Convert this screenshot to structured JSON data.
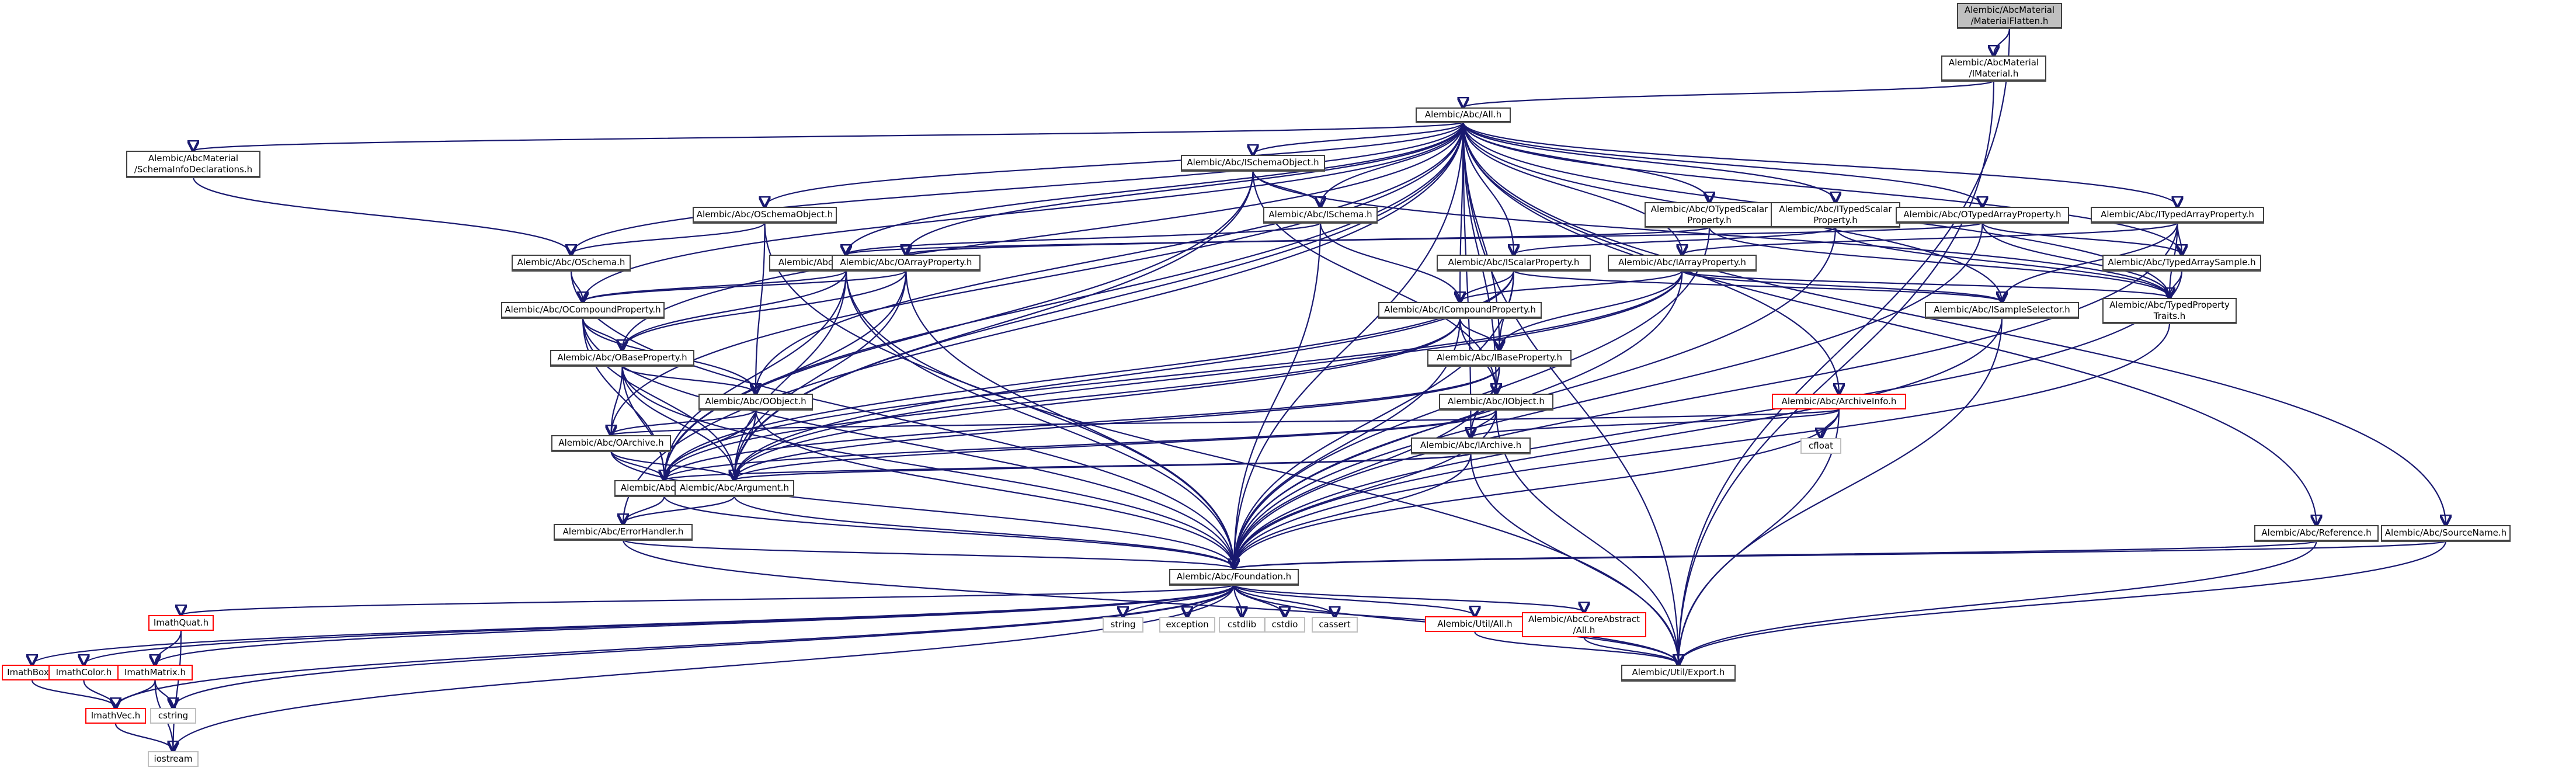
{
  "graph": {
    "title": "Include dependency graph for MaterialFlatten.h",
    "edge_color": "#191970",
    "legend": {
      "root_fill": "#bfbfbf",
      "normal_border": "#404040",
      "missing_border": "#ff0000",
      "system_border": "#bfbfbf"
    },
    "nodes": [
      {
        "id": "materialflatten",
        "label": "Alembic/AbcMaterial\n/MaterialFlatten.h",
        "kind": "root"
      },
      {
        "id": "imaterial",
        "label": "Alembic/AbcMaterial\n/IMaterial.h",
        "kind": "normal"
      },
      {
        "id": "abc-all",
        "label": "Alembic/Abc/All.h",
        "kind": "normal"
      },
      {
        "id": "schemainfodecl",
        "label": "Alembic/AbcMaterial\n/SchemaInfoDeclarations.h",
        "kind": "normal"
      },
      {
        "id": "ischemaobject",
        "label": "Alembic/Abc/ISchemaObject.h",
        "kind": "normal"
      },
      {
        "id": "oschemaobject",
        "label": "Alembic/Abc/OSchemaObject.h",
        "kind": "normal"
      },
      {
        "id": "ischema",
        "label": "Alembic/Abc/ISchema.h",
        "kind": "normal"
      },
      {
        "id": "oschema",
        "label": "Alembic/Abc/OSchema.h",
        "kind": "normal"
      },
      {
        "id": "otypedscalar",
        "label": "Alembic/Abc/OTypedScalar\nProperty.h",
        "kind": "normal"
      },
      {
        "id": "itypedscalar",
        "label": "Alembic/Abc/ITypedScalar\nProperty.h",
        "kind": "normal"
      },
      {
        "id": "otypedarray",
        "label": "Alembic/Abc/OTypedArrayProperty.h",
        "kind": "normal"
      },
      {
        "id": "itypedarray",
        "label": "Alembic/Abc/ITypedArrayProperty.h",
        "kind": "normal"
      },
      {
        "id": "oscalarprop",
        "label": "Alembic/Abc/OScalarProperty.h",
        "kind": "normal"
      },
      {
        "id": "oarrayprop",
        "label": "Alembic/Abc/OArrayProperty.h",
        "kind": "normal"
      },
      {
        "id": "iscalarprop",
        "label": "Alembic/Abc/IScalarProperty.h",
        "kind": "normal"
      },
      {
        "id": "iarrayprop",
        "label": "Alembic/Abc/IArrayProperty.h",
        "kind": "normal"
      },
      {
        "id": "typedarraysample",
        "label": "Alembic/Abc/TypedArraySample.h",
        "kind": "normal"
      },
      {
        "id": "ocompoundprop",
        "label": "Alembic/Abc/OCompoundProperty.h",
        "kind": "normal"
      },
      {
        "id": "icompoundprop",
        "label": "Alembic/Abc/ICompoundProperty.h",
        "kind": "normal"
      },
      {
        "id": "isampleselector",
        "label": "Alembic/Abc/ISampleSelector.h",
        "kind": "normal"
      },
      {
        "id": "typedproptraits",
        "label": "Alembic/Abc/TypedProperty\nTraits.h",
        "kind": "normal"
      },
      {
        "id": "obaseprop",
        "label": "Alembic/Abc/OBaseProperty.h",
        "kind": "normal"
      },
      {
        "id": "ibaseprop",
        "label": "Alembic/Abc/IBaseProperty.h",
        "kind": "normal"
      },
      {
        "id": "oobject",
        "label": "Alembic/Abc/OObject.h",
        "kind": "normal"
      },
      {
        "id": "iobject",
        "label": "Alembic/Abc/IObject.h",
        "kind": "normal"
      },
      {
        "id": "archiveinfo",
        "label": "Alembic/Abc/ArchiveInfo.h",
        "kind": "missing"
      },
      {
        "id": "oarchive",
        "label": "Alembic/Abc/OArchive.h",
        "kind": "normal"
      },
      {
        "id": "iarchive",
        "label": "Alembic/Abc/IArchive.h",
        "kind": "normal"
      },
      {
        "id": "cfloat",
        "label": "cfloat",
        "kind": "system"
      },
      {
        "id": "base",
        "label": "Alembic/Abc/Base.h",
        "kind": "normal"
      },
      {
        "id": "argument",
        "label": "Alembic/Abc/Argument.h",
        "kind": "normal"
      },
      {
        "id": "errorhandler",
        "label": "Alembic/Abc/ErrorHandler.h",
        "kind": "normal"
      },
      {
        "id": "reference",
        "label": "Alembic/Abc/Reference.h",
        "kind": "normal"
      },
      {
        "id": "sourcename",
        "label": "Alembic/Abc/SourceName.h",
        "kind": "normal"
      },
      {
        "id": "foundation",
        "label": "Alembic/Abc/Foundation.h",
        "kind": "normal"
      },
      {
        "id": "imathquat",
        "label": "ImathQuat.h",
        "kind": "missing"
      },
      {
        "id": "string",
        "label": "string",
        "kind": "system"
      },
      {
        "id": "exception",
        "label": "exception",
        "kind": "system"
      },
      {
        "id": "cstdlib",
        "label": "cstdlib",
        "kind": "system"
      },
      {
        "id": "cstdio",
        "label": "cstdio",
        "kind": "system"
      },
      {
        "id": "cassert",
        "label": "cassert",
        "kind": "system"
      },
      {
        "id": "util-all",
        "label": "Alembic/Util/All.h",
        "kind": "missing"
      },
      {
        "id": "abccoreabstract-all",
        "label": "Alembic/AbcCoreAbstract\n/All.h",
        "kind": "missing"
      },
      {
        "id": "imathbox",
        "label": "ImathBox.h",
        "kind": "missing"
      },
      {
        "id": "imathcolor",
        "label": "ImathColor.h",
        "kind": "missing"
      },
      {
        "id": "imathmatrix",
        "label": "ImathMatrix.h",
        "kind": "missing"
      },
      {
        "id": "util-export",
        "label": "Alembic/Util/Export.h",
        "kind": "normal"
      },
      {
        "id": "imathvec",
        "label": "ImathVec.h",
        "kind": "missing"
      },
      {
        "id": "cstring",
        "label": "cstring",
        "kind": "system"
      },
      {
        "id": "iostream",
        "label": "iostream",
        "kind": "system"
      }
    ],
    "edges": [
      [
        "materialflatten",
        "imaterial"
      ],
      [
        "materialflatten",
        "util-export"
      ],
      [
        "imaterial",
        "abc-all"
      ],
      [
        "imaterial",
        "util-export"
      ],
      [
        "abc-all",
        "schemainfodecl"
      ],
      [
        "abc-all",
        "ischemaobject"
      ],
      [
        "abc-all",
        "oschemaobject"
      ],
      [
        "abc-all",
        "ischema"
      ],
      [
        "abc-all",
        "oschema"
      ],
      [
        "abc-all",
        "otypedscalar"
      ],
      [
        "abc-all",
        "itypedscalar"
      ],
      [
        "abc-all",
        "otypedarray"
      ],
      [
        "abc-all",
        "itypedarray"
      ],
      [
        "abc-all",
        "oscalarprop"
      ],
      [
        "abc-all",
        "oarrayprop"
      ],
      [
        "abc-all",
        "iscalarprop"
      ],
      [
        "abc-all",
        "iarrayprop"
      ],
      [
        "abc-all",
        "typedarraysample"
      ],
      [
        "abc-all",
        "ocompoundprop"
      ],
      [
        "abc-all",
        "icompoundprop"
      ],
      [
        "abc-all",
        "isampleselector"
      ],
      [
        "abc-all",
        "typedproptraits"
      ],
      [
        "abc-all",
        "obaseprop"
      ],
      [
        "abc-all",
        "ibaseprop"
      ],
      [
        "abc-all",
        "oobject"
      ],
      [
        "abc-all",
        "iobject"
      ],
      [
        "abc-all",
        "archiveinfo"
      ],
      [
        "abc-all",
        "oarchive"
      ],
      [
        "abc-all",
        "iarchive"
      ],
      [
        "abc-all",
        "base"
      ],
      [
        "abc-all",
        "argument"
      ],
      [
        "abc-all",
        "errorhandler"
      ],
      [
        "abc-all",
        "reference"
      ],
      [
        "abc-all",
        "sourcename"
      ],
      [
        "abc-all",
        "foundation"
      ],
      [
        "abc-all",
        "util-export"
      ],
      [
        "schemainfodecl",
        "oschema"
      ],
      [
        "ischemaobject",
        "ischema"
      ],
      [
        "ischemaobject",
        "base"
      ],
      [
        "ischemaobject",
        "argument"
      ],
      [
        "ischemaobject",
        "iobject"
      ],
      [
        "ischemaobject",
        "typedproptraits"
      ],
      [
        "oschemaobject",
        "oschema"
      ],
      [
        "oschemaobject",
        "oobject"
      ],
      [
        "oschemaobject",
        "foundation"
      ],
      [
        "ischema",
        "icompoundprop"
      ],
      [
        "ischema",
        "foundation"
      ],
      [
        "ischema",
        "oscalarprop"
      ],
      [
        "oschema",
        "ocompoundprop"
      ],
      [
        "oschema",
        "foundation"
      ],
      [
        "otypedscalar",
        "oscalarprop"
      ],
      [
        "otypedscalar",
        "typedproptraits"
      ],
      [
        "otypedscalar",
        "foundation"
      ],
      [
        "itypedscalar",
        "iscalarprop"
      ],
      [
        "itypedscalar",
        "typedproptraits"
      ],
      [
        "itypedscalar",
        "foundation"
      ],
      [
        "otypedarray",
        "oarrayprop"
      ],
      [
        "otypedarray",
        "typedarraysample"
      ],
      [
        "otypedarray",
        "typedproptraits"
      ],
      [
        "otypedarray",
        "foundation"
      ],
      [
        "itypedarray",
        "iarrayprop"
      ],
      [
        "itypedarray",
        "typedarraysample"
      ],
      [
        "itypedarray",
        "typedproptraits"
      ],
      [
        "itypedarray",
        "isampleselector"
      ],
      [
        "itypedarray",
        "foundation"
      ],
      [
        "oscalarprop",
        "ocompoundprop"
      ],
      [
        "oscalarprop",
        "obaseprop"
      ],
      [
        "oscalarprop",
        "base"
      ],
      [
        "oscalarprop",
        "argument"
      ],
      [
        "oscalarprop",
        "foundation"
      ],
      [
        "oscalarprop",
        "util-export"
      ],
      [
        "oarrayprop",
        "ocompoundprop"
      ],
      [
        "oarrayprop",
        "obaseprop"
      ],
      [
        "oarrayprop",
        "base"
      ],
      [
        "oarrayprop",
        "argument"
      ],
      [
        "oarrayprop",
        "foundation"
      ],
      [
        "iscalarprop",
        "icompoundprop"
      ],
      [
        "iscalarprop",
        "ibaseprop"
      ],
      [
        "iscalarprop",
        "isampleselector"
      ],
      [
        "iscalarprop",
        "base"
      ],
      [
        "iscalarprop",
        "argument"
      ],
      [
        "iscalarprop",
        "foundation"
      ],
      [
        "iarrayprop",
        "icompoundprop"
      ],
      [
        "iarrayprop",
        "ibaseprop"
      ],
      [
        "iarrayprop",
        "isampleselector"
      ],
      [
        "iarrayprop",
        "base"
      ],
      [
        "iarrayprop",
        "argument"
      ],
      [
        "iarrayprop",
        "foundation"
      ],
      [
        "iarrayprop",
        "typedproptraits"
      ],
      [
        "typedarraysample",
        "typedproptraits"
      ],
      [
        "typedarraysample",
        "foundation"
      ],
      [
        "ocompoundprop",
        "obaseprop"
      ],
      [
        "ocompoundprop",
        "oobject"
      ],
      [
        "ocompoundprop",
        "base"
      ],
      [
        "ocompoundprop",
        "argument"
      ],
      [
        "ocompoundprop",
        "foundation"
      ],
      [
        "icompoundprop",
        "ibaseprop"
      ],
      [
        "icompoundprop",
        "iobject"
      ],
      [
        "icompoundprop",
        "base"
      ],
      [
        "icompoundprop",
        "argument"
      ],
      [
        "icompoundprop",
        "foundation"
      ],
      [
        "isampleselector",
        "foundation"
      ],
      [
        "isampleselector",
        "util-export"
      ],
      [
        "typedproptraits",
        "foundation"
      ],
      [
        "obaseprop",
        "oobject"
      ],
      [
        "obaseprop",
        "oarchive"
      ],
      [
        "obaseprop",
        "base"
      ],
      [
        "obaseprop",
        "argument"
      ],
      [
        "obaseprop",
        "foundation"
      ],
      [
        "ibaseprop",
        "iobject"
      ],
      [
        "ibaseprop",
        "iarchive"
      ],
      [
        "ibaseprop",
        "base"
      ],
      [
        "ibaseprop",
        "argument"
      ],
      [
        "ibaseprop",
        "foundation"
      ],
      [
        "oobject",
        "oarchive"
      ],
      [
        "oobject",
        "base"
      ],
      [
        "oobject",
        "argument"
      ],
      [
        "oobject",
        "foundation"
      ],
      [
        "iobject",
        "iarchive"
      ],
      [
        "iobject",
        "base"
      ],
      [
        "iobject",
        "argument"
      ],
      [
        "iobject",
        "foundation"
      ],
      [
        "iobject",
        "util-export"
      ],
      [
        "archiveinfo",
        "iarchive"
      ],
      [
        "archiveinfo",
        "oarchive"
      ],
      [
        "archiveinfo",
        "cfloat"
      ],
      [
        "archiveinfo",
        "foundation"
      ],
      [
        "archiveinfo",
        "util-export"
      ],
      [
        "oarchive",
        "base"
      ],
      [
        "oarchive",
        "argument"
      ],
      [
        "oarchive",
        "foundation"
      ],
      [
        "iarchive",
        "base"
      ],
      [
        "iarchive",
        "argument"
      ],
      [
        "iarchive",
        "foundation"
      ],
      [
        "iarchive",
        "util-export"
      ],
      [
        "base",
        "errorhandler"
      ],
      [
        "base",
        "foundation"
      ],
      [
        "argument",
        "errorhandler"
      ],
      [
        "argument",
        "foundation"
      ],
      [
        "errorhandler",
        "foundation"
      ],
      [
        "errorhandler",
        "util-export"
      ],
      [
        "reference",
        "foundation"
      ],
      [
        "reference",
        "util-export"
      ],
      [
        "sourcename",
        "foundation"
      ],
      [
        "sourcename",
        "util-export"
      ],
      [
        "foundation",
        "imathquat"
      ],
      [
        "foundation",
        "imathbox"
      ],
      [
        "foundation",
        "imathcolor"
      ],
      [
        "foundation",
        "imathmatrix"
      ],
      [
        "foundation",
        "imathvec"
      ],
      [
        "foundation",
        "string"
      ],
      [
        "foundation",
        "exception"
      ],
      [
        "foundation",
        "cstdlib"
      ],
      [
        "foundation",
        "cstdio"
      ],
      [
        "foundation",
        "cassert"
      ],
      [
        "foundation",
        "util-all"
      ],
      [
        "foundation",
        "abccoreabstract-all"
      ],
      [
        "foundation",
        "cstring"
      ],
      [
        "foundation",
        "iostream"
      ],
      [
        "foundation",
        "util-export"
      ],
      [
        "imathquat",
        "imathmatrix"
      ],
      [
        "imathquat",
        "iostream"
      ],
      [
        "imathbox",
        "imathvec"
      ],
      [
        "imathcolor",
        "imathvec"
      ],
      [
        "imathmatrix",
        "imathvec"
      ],
      [
        "imathmatrix",
        "cstring"
      ],
      [
        "imathmatrix",
        "iostream"
      ],
      [
        "imathvec",
        "iostream"
      ],
      [
        "util-all",
        "util-export"
      ],
      [
        "abccoreabstract-all",
        "util-export"
      ]
    ]
  }
}
